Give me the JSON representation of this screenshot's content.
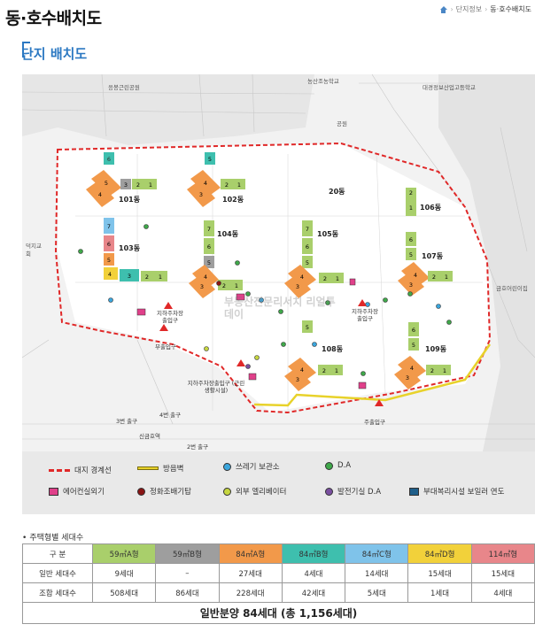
{
  "header": {
    "title": "동·호수배치도",
    "breadcrumb": {
      "home_icon": "home-icon",
      "parent": "단지정보",
      "current": "동·호수배치도"
    }
  },
  "section_title": "단지 배치도",
  "map": {
    "places": {
      "park_north": "응봉근린공원",
      "nongsan": "농산조농학교",
      "high_school": "대경정보산업고등학교",
      "park": "공원",
      "church": "덕지교회",
      "financial": "금호어린이집",
      "watermark": "부동산전문리서치 리얼투데이"
    },
    "buildings": [
      "101동",
      "102동",
      "103동",
      "104동",
      "105동",
      "106동",
      "107동",
      "108동",
      "109동"
    ],
    "entrances": {
      "parking_left": "지하주차장 출입구",
      "parking_right": "지하주차장 출입구",
      "pedestrian_left": "부출입구",
      "parking_center": "지하주차장출입구 (근린생활시설)",
      "main": "주출입구"
    },
    "exits": {
      "exit3": "3번 출구",
      "exit4": "4번 출구",
      "exit2": "2번 출구",
      "station": "신금호역"
    }
  },
  "legend": {
    "boundary": "대지 경계선",
    "soundwall": "방음벽",
    "garbage": "쓰레기 보관소",
    "da": "D.A",
    "aircon": "에어컨실외기",
    "sewage": "정화조배기탑",
    "elevator": "외부 엘리베이터",
    "generator": "발전기실 D.A",
    "welfare": "부대복리시설 보일러 연도",
    "colors": {
      "boundary": "#e02828",
      "soundwall": "#e8d22a",
      "garbage": "#3ba6dd",
      "da": "#3fa84a",
      "aircon": "#e0408a",
      "sewage": "#8a1515",
      "elevator": "#c6d640",
      "generator": "#7a4fa0",
      "welfare": "#1f5f8a"
    }
  },
  "unit_table": {
    "heading": "주택형별 세대수",
    "header_label": "구 분",
    "types": [
      {
        "label": "59㎡A형",
        "color": "#a9cf6b"
      },
      {
        "label": "59㎡B형",
        "color": "#9e9e9e"
      },
      {
        "label": "84㎡A형",
        "color": "#f2994a"
      },
      {
        "label": "84㎡B형",
        "color": "#3ebfae"
      },
      {
        "label": "84㎡C형",
        "color": "#7fc3ea"
      },
      {
        "label": "84㎡D형",
        "color": "#f2d13a"
      },
      {
        "label": "114㎡형",
        "color": "#e8868a"
      }
    ],
    "rows": [
      {
        "label": "일반 세대수",
        "values": [
          "9세대",
          "–",
          "27세대",
          "4세대",
          "14세대",
          "15세대",
          "15세대"
        ]
      },
      {
        "label": "조합 세대수",
        "values": [
          "508세대",
          "86세대",
          "228세대",
          "42세대",
          "5세대",
          "1세대",
          "4세대"
        ]
      }
    ],
    "total": "일반분양 84세대 (총 1,156세대)"
  }
}
